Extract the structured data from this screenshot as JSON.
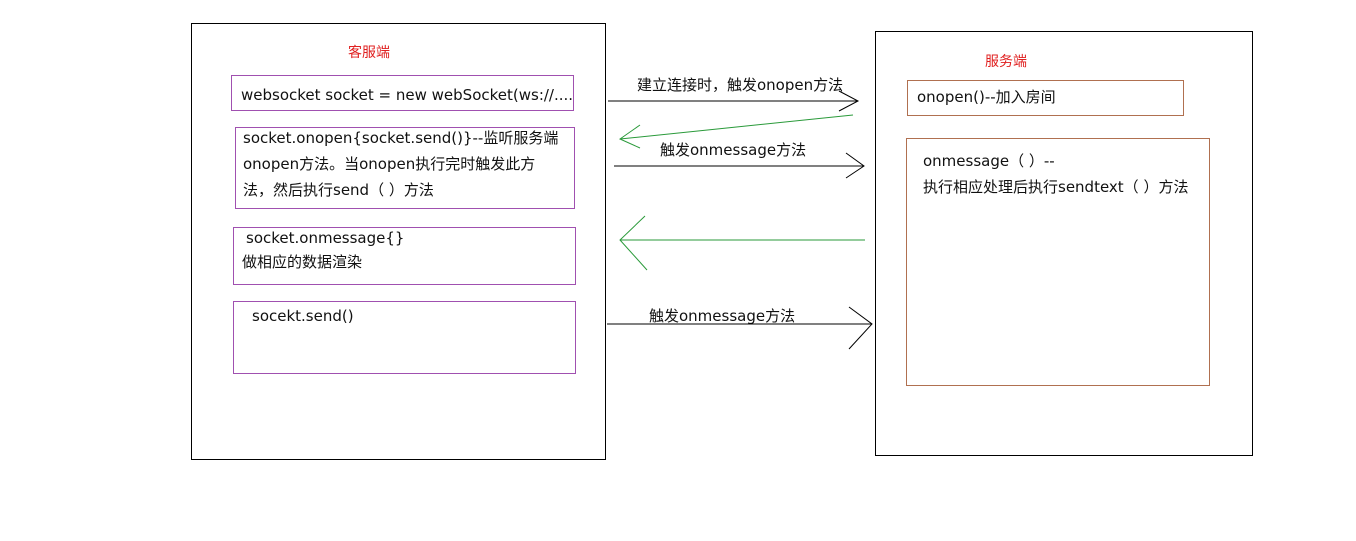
{
  "client": {
    "title": "客服端",
    "box1": {
      "line1": "websocket socket = new webSocket(ws://...."
    },
    "box2": {
      "line1": "socket.onopen{socket.send()}--监听服务端",
      "line2": "onopen方法。当onopen执行完时触发此方",
      "line3": "法，然后执行send（ ）方法"
    },
    "box3": {
      "line1": "socket.onmessage{}",
      "line2": "做相应的数据渲染"
    },
    "box4": {
      "line1": "socekt.send()"
    }
  },
  "server": {
    "title": "服务端",
    "box1": {
      "line1": "onopen()--加入房间"
    },
    "box2": {
      "line1": "onmessage（ ）--",
      "line2": "执行相应处理后执行sendtext（ ）方法"
    }
  },
  "arrows": {
    "a1": "建立连接时，触发onopen方法",
    "a2": "触发onmessage方法",
    "a3": "触发onmessage方法"
  },
  "colors": {
    "client_box_border": "#a050b0",
    "server_box_border": "#b07050",
    "title_color": "#e02020",
    "return_arrow": "#2a9a3a",
    "forward_arrow": "#000000"
  }
}
